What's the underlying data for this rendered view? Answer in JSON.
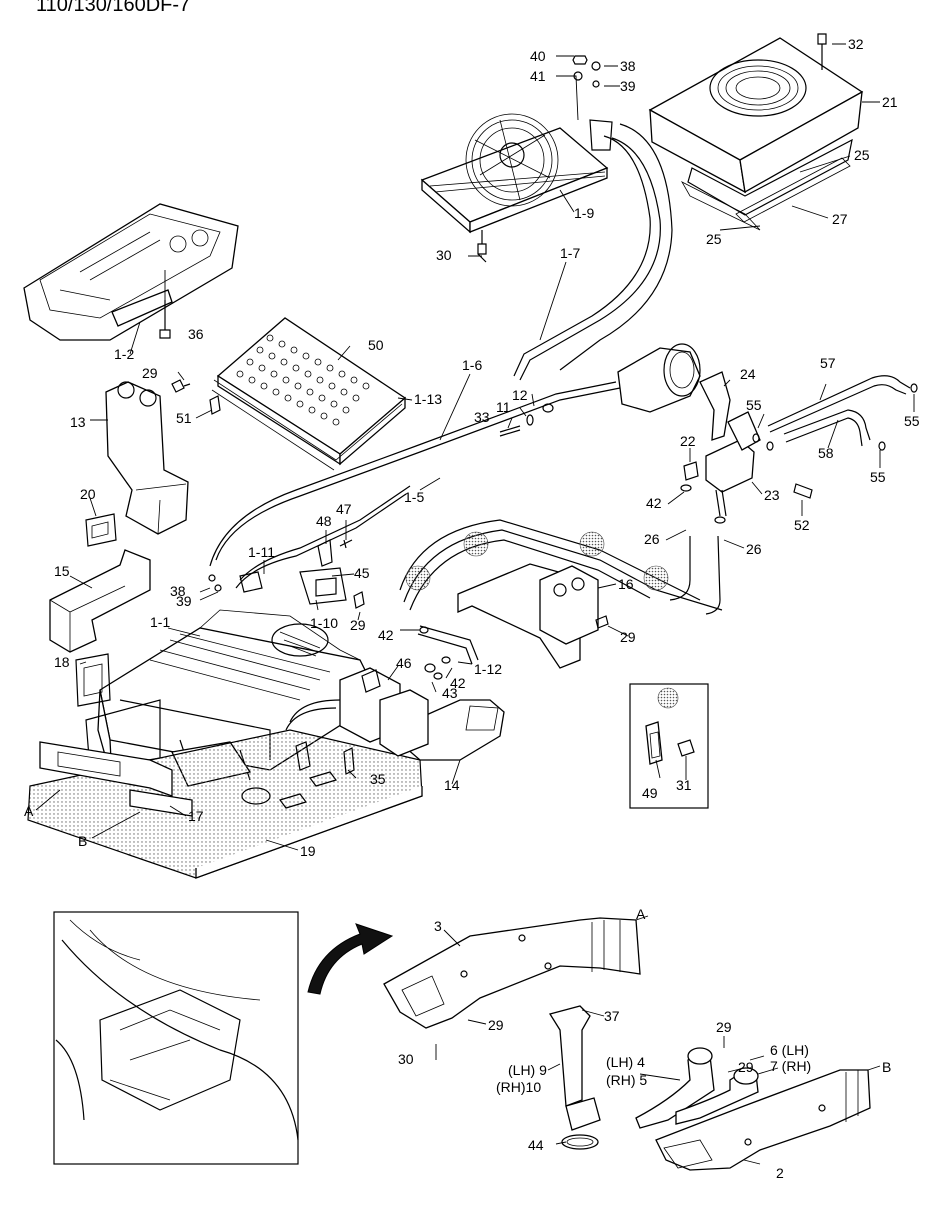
{
  "header": {
    "model": "110/130/160DF-7"
  },
  "callouts": [
    {
      "id": "c40",
      "text": "40"
    },
    {
      "id": "c41",
      "text": "41"
    },
    {
      "id": "c38a",
      "text": "38"
    },
    {
      "id": "c39a",
      "text": "39"
    },
    {
      "id": "c32",
      "text": "32"
    },
    {
      "id": "c21",
      "text": "21"
    },
    {
      "id": "c25a",
      "text": "25"
    },
    {
      "id": "c25b",
      "text": "25"
    },
    {
      "id": "c27",
      "text": "27"
    },
    {
      "id": "c1-9",
      "text": "1-9"
    },
    {
      "id": "c30a",
      "text": "30"
    },
    {
      "id": "c1-7",
      "text": "1-7"
    },
    {
      "id": "c36",
      "text": "36"
    },
    {
      "id": "c1-2",
      "text": "1-2"
    },
    {
      "id": "c50",
      "text": "50"
    },
    {
      "id": "c29a",
      "text": "29"
    },
    {
      "id": "c1-6",
      "text": "1-6"
    },
    {
      "id": "c24",
      "text": "24"
    },
    {
      "id": "c57",
      "text": "57"
    },
    {
      "id": "c12",
      "text": "12"
    },
    {
      "id": "c11",
      "text": "11"
    },
    {
      "id": "c33",
      "text": "33"
    },
    {
      "id": "c1-13",
      "text": "1-13"
    },
    {
      "id": "c51",
      "text": "51"
    },
    {
      "id": "c13",
      "text": "13"
    },
    {
      "id": "c55a",
      "text": "55"
    },
    {
      "id": "c55b",
      "text": "55"
    },
    {
      "id": "c55c",
      "text": "55"
    },
    {
      "id": "c58",
      "text": "58"
    },
    {
      "id": "c22",
      "text": "22"
    },
    {
      "id": "c23",
      "text": "23"
    },
    {
      "id": "c52",
      "text": "52"
    },
    {
      "id": "c1-5",
      "text": "1-5"
    },
    {
      "id": "c42a",
      "text": "42"
    },
    {
      "id": "c20",
      "text": "20"
    },
    {
      "id": "c48",
      "text": "48"
    },
    {
      "id": "c47",
      "text": "47"
    },
    {
      "id": "c26a",
      "text": "26"
    },
    {
      "id": "c26b",
      "text": "26"
    },
    {
      "id": "c1-11",
      "text": "1-11"
    },
    {
      "id": "c15",
      "text": "15"
    },
    {
      "id": "c45",
      "text": "45"
    },
    {
      "id": "c16",
      "text": "16"
    },
    {
      "id": "c38b",
      "text": "38"
    },
    {
      "id": "c39b",
      "text": "39"
    },
    {
      "id": "c1-10",
      "text": "1-10"
    },
    {
      "id": "c29b",
      "text": "29"
    },
    {
      "id": "c29c",
      "text": "29"
    },
    {
      "id": "c1-1",
      "text": "1-1"
    },
    {
      "id": "c42b",
      "text": "42"
    },
    {
      "id": "c1-12",
      "text": "1-12"
    },
    {
      "id": "c42c",
      "text": "42"
    },
    {
      "id": "c18",
      "text": "18"
    },
    {
      "id": "c46",
      "text": "46"
    },
    {
      "id": "c43",
      "text": "43"
    },
    {
      "id": "c35",
      "text": "35"
    },
    {
      "id": "c14",
      "text": "14"
    },
    {
      "id": "c31",
      "text": "31"
    },
    {
      "id": "c49",
      "text": "49"
    },
    {
      "id": "cA1",
      "text": "A"
    },
    {
      "id": "c17",
      "text": "17"
    },
    {
      "id": "cB1",
      "text": "B"
    },
    {
      "id": "c19",
      "text": "19"
    },
    {
      "id": "c3",
      "text": "3"
    },
    {
      "id": "cA2",
      "text": "A"
    },
    {
      "id": "c29d",
      "text": "29"
    },
    {
      "id": "c37",
      "text": "37"
    },
    {
      "id": "c30b",
      "text": "30"
    },
    {
      "id": "c29e",
      "text": "29"
    },
    {
      "id": "c29f",
      "text": "29"
    },
    {
      "id": "c9",
      "text": "(LH) 9"
    },
    {
      "id": "c10",
      "text": "(RH)10"
    },
    {
      "id": "c4",
      "text": "(LH)  4"
    },
    {
      "id": "c5",
      "text": "(RH)  5"
    },
    {
      "id": "c6",
      "text": "6 (LH)"
    },
    {
      "id": "c7",
      "text": "7 (RH)"
    },
    {
      "id": "cB2",
      "text": "B"
    },
    {
      "id": "c44",
      "text": "44"
    },
    {
      "id": "c2",
      "text": "2"
    }
  ]
}
